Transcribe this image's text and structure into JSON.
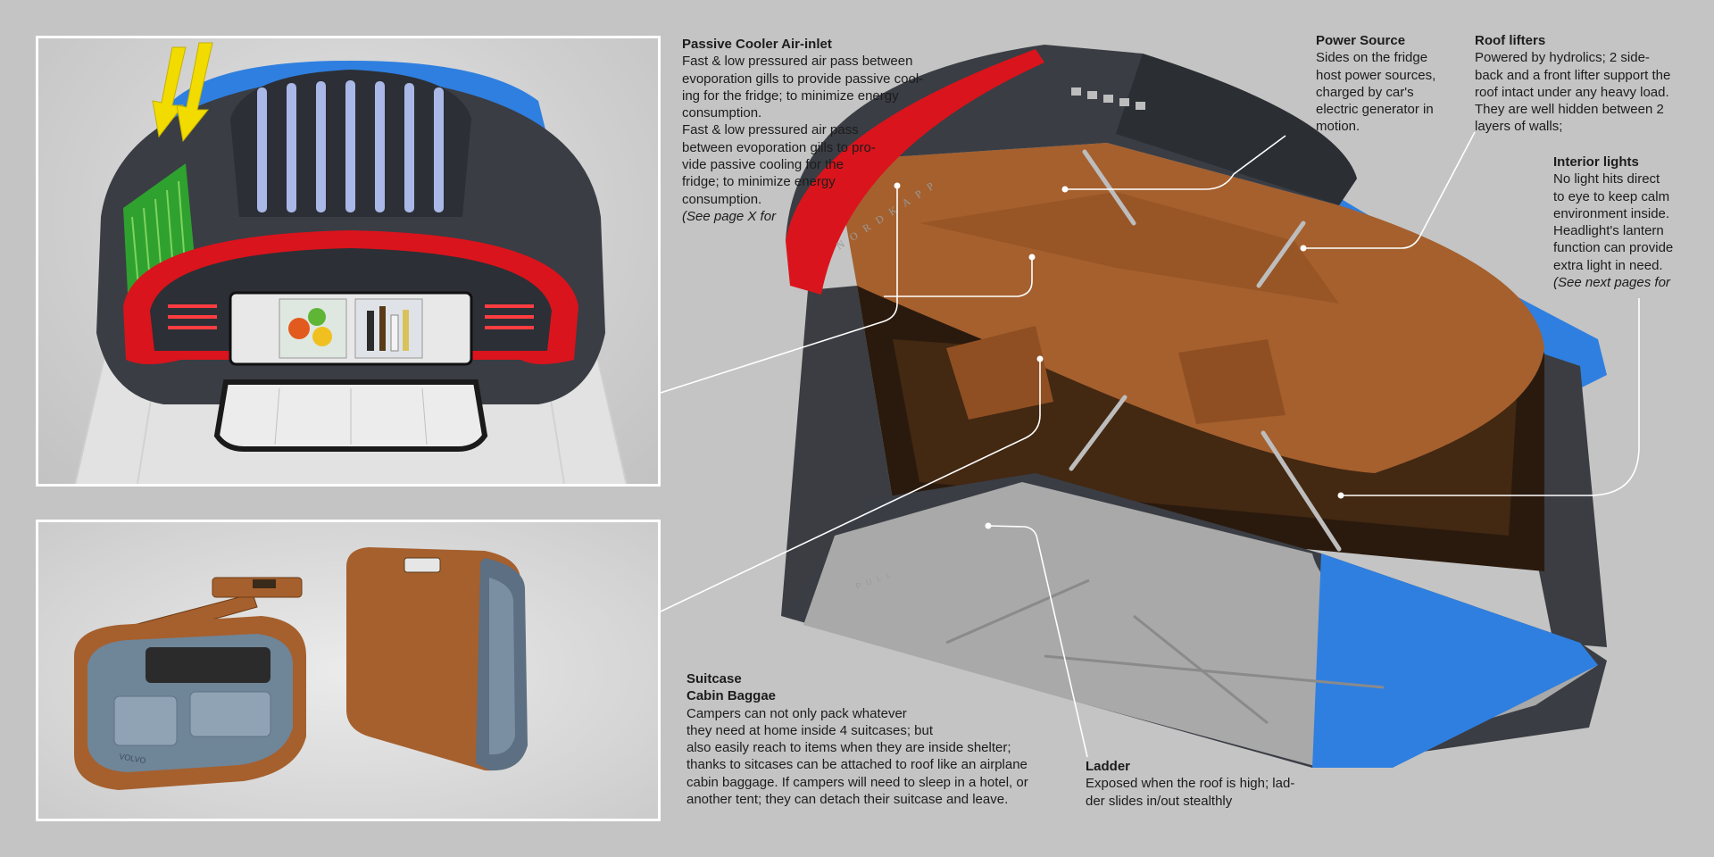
{
  "callouts": {
    "passive_cooler": {
      "title": "Passive Cooler Air-inlet",
      "body": "Fast & low pressured air pass between\nevoporation gills to provide passive cool-\ning for the fridge; to minimize energy\nconsumption.\nFast & low pressured air pass\nbetween evoporation gills to pro-\nvide passive cooling for the\nfridge; to minimize energy\nconsumption.",
      "ref": "(See page X for"
    },
    "power_source": {
      "title": "Power Source",
      "body": "Sides on the fridge\nhost power sources,\ncharged by car's\nelectric generator in\nmotion."
    },
    "roof_lifters": {
      "title": "Roof lifters",
      "body": "Powered by hydrolics; 2 side-\nback and a front lifter support the\nroof intact under any heavy load.\nThey are well hidden between 2\nlayers of walls;"
    },
    "interior_lights": {
      "title": "Interior lights",
      "body": "No light hits direct\nto eye to keep calm\nenvironment inside.\nHeadlight's lantern\nfunction can provide\nextra light in need.",
      "ref": "(See next pages for"
    },
    "suitcase": {
      "title": "Suitcase",
      "subtitle": "Cabin Baggae",
      "body": "Campers can not only pack whatever\nthey need at home inside 4 suitcases; but\nalso easily reach to items when they are inside shelter;\nthanks to sitcases can be attached to roof like an airplane\ncabin baggage. If campers will need to sleep in a hotel, or\nanother tent; they can detach their suitcase and leave."
    },
    "ladder": {
      "title": "Ladder",
      "body": "Exposed when the roof is high; lad-\nder slides in/out stealthly"
    }
  },
  "product": {
    "brand_mark": "NORDKAPP",
    "ladder_mark": "PULL",
    "suitcase_mark": "VOLVO"
  },
  "colors": {
    "background": "#c4c4c4",
    "shell_dark": "#3a3d44",
    "accent_blue": "#2f7fe0",
    "accent_red": "#d9141c",
    "leather_brown": "#a5602e",
    "arrow_yellow": "#f2dc00",
    "gill_green": "#2fa12f",
    "leader_line": "#ffffff"
  }
}
